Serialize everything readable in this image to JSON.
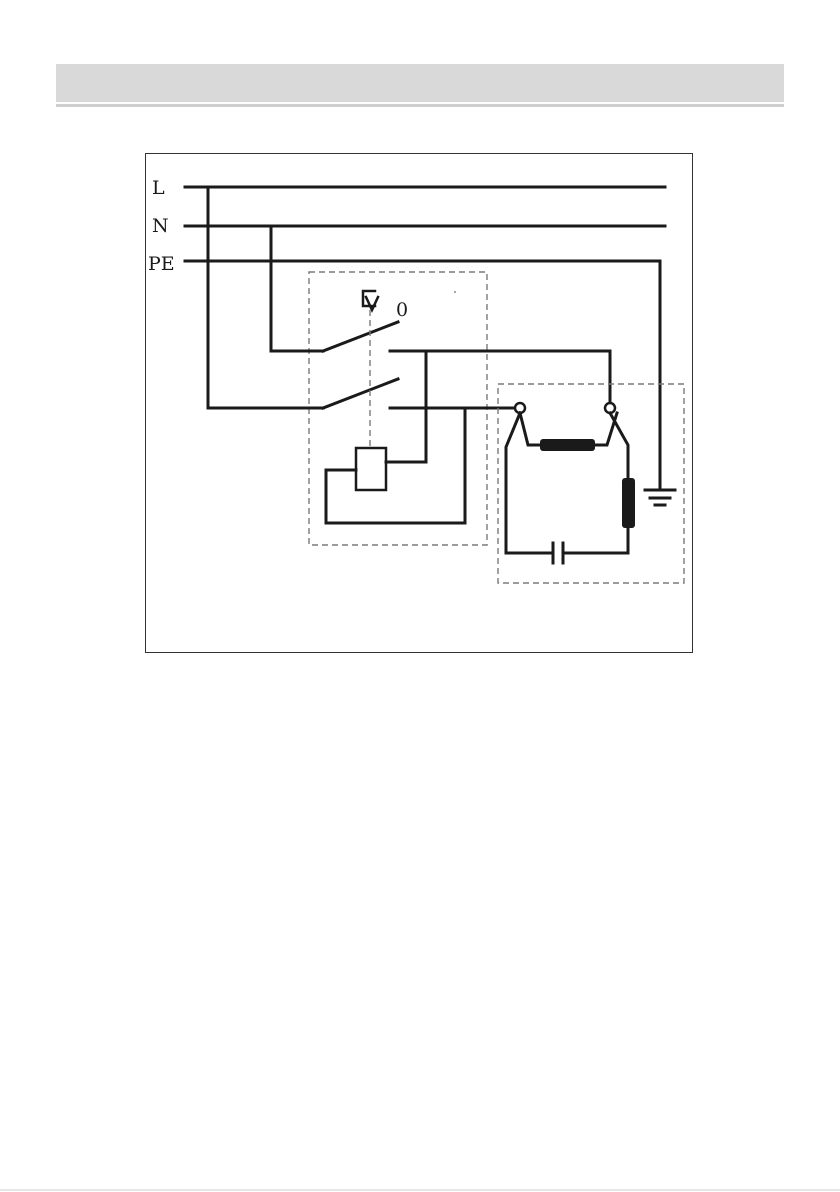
{
  "diagram": {
    "labels": {
      "line": "L",
      "neutral": "N",
      "earth": "PE",
      "switch_off": "0"
    }
  }
}
